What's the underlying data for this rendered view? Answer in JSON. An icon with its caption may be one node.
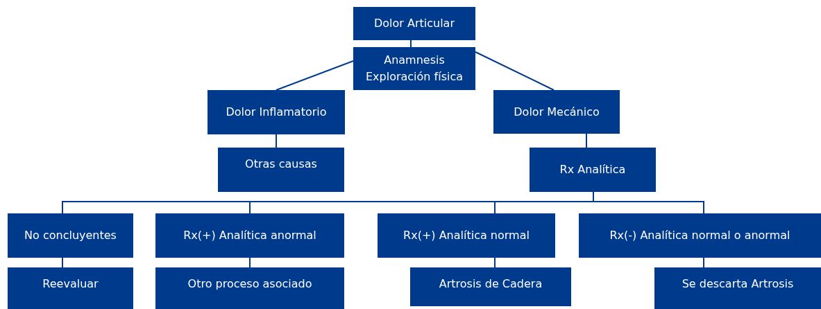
{
  "diagram": {
    "nodes": [
      {
        "text": [
          "Dolor Articular"
        ]
      },
      {
        "text": [
          "Anamnesis Exploración física"
        ]
      },
      {
        "text": [
          "Dolor Inflamatorio"
        ]
      },
      {
        "text": [
          "Dolor Mecánico"
        ]
      },
      {
        "text": [
          "Otras causas"
        ]
      },
      {
        "text": [
          "Rx Analítica"
        ]
      },
      {
        "text": [
          "No concluyentes"
        ]
      },
      {
        "text": [
          "Rx(+) Analítica anormal"
        ]
      },
      {
        "text": [
          "Rx(+) Analítica normal"
        ]
      },
      {
        "text": [
          "Rx(-) Analítica normal o anormal"
        ]
      },
      {
        "text": [
          "Reevaluar"
        ]
      },
      {
        "text": [
          "Otro proceso asociado"
        ]
      },
      {
        "text": [
          "Artrosis de Cadera"
        ]
      },
      {
        "text": [
          "Se descarta Artrosis"
        ]
      }
    ],
    "edges": [
      {
        "from": 0,
        "to": 1,
        "arrow": "none"
      },
      {
        "from": 1,
        "to": 2,
        "arrow": "none"
      },
      {
        "from": 1,
        "to": 3,
        "arrow": "none"
      },
      {
        "from": 2,
        "to": 4,
        "arrow": "none"
      },
      {
        "from": 3,
        "to": 5,
        "arrow": "none"
      },
      {
        "from": 5,
        "to": 6,
        "arrow": "none"
      },
      {
        "from": 5,
        "to": 7,
        "arrow": "none"
      },
      {
        "from": 5,
        "to": 8,
        "arrow": "none"
      },
      {
        "from": 5,
        "to": 9,
        "arrow": "none"
      },
      {
        "from": 6,
        "to": 10,
        "arrow": "none"
      },
      {
        "from": 7,
        "to": 11,
        "arrow": "none"
      },
      {
        "from": 8,
        "to": 12,
        "arrow": "none"
      },
      {
        "from": 9,
        "to": 13,
        "arrow": "none"
      }
    ]
  }
}
